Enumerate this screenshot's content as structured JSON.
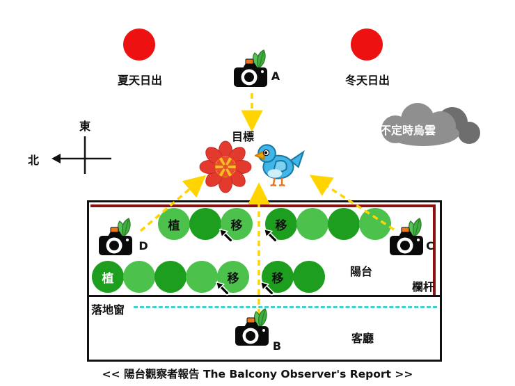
{
  "caption": "<< 陽台觀察者報告 The Balcony Observer's Report >>",
  "suns": {
    "summer_label": "夏天日出",
    "winter_label": "冬天日出"
  },
  "cloud": {
    "label": "不定時烏雲"
  },
  "compass": {
    "east": "東",
    "north": "北"
  },
  "target": {
    "label": "目標"
  },
  "cameras": {
    "a": "A",
    "b": "B",
    "c": "C",
    "d": "D"
  },
  "areas": {
    "balcony": "陽台",
    "railing": "欄杆",
    "window": "落地窗",
    "living_room": "客廳"
  },
  "plant_rows": [
    {
      "items": [
        {
          "shade": "light",
          "label": "植"
        },
        {
          "shade": "dark"
        },
        {
          "shade": "light",
          "label": "移",
          "arrow": true
        },
        {
          "type": "gap"
        },
        {
          "shade": "dark",
          "label": "移",
          "arrow": true
        },
        {
          "shade": "light"
        },
        {
          "shade": "dark"
        },
        {
          "shade": "light"
        }
      ]
    },
    {
      "items": [
        {
          "shade": "dark",
          "label": "植",
          "labelColor": "white"
        },
        {
          "shade": "light"
        },
        {
          "shade": "dark"
        },
        {
          "shade": "light"
        },
        {
          "shade": "light",
          "label": "移",
          "arrow": true
        },
        {
          "type": "gap"
        },
        {
          "shade": "dark",
          "label": "移",
          "arrow": true
        },
        {
          "shade": "dark"
        }
      ]
    }
  ],
  "colors": {
    "sun": "#ee1111",
    "plant_light": "#4cc24c",
    "plant_dark": "#1e9e1e",
    "railing": "#8b1111",
    "arrow": "#ffd400",
    "window_line": "#40d0d0",
    "cloud": "#8f8f8f"
  }
}
